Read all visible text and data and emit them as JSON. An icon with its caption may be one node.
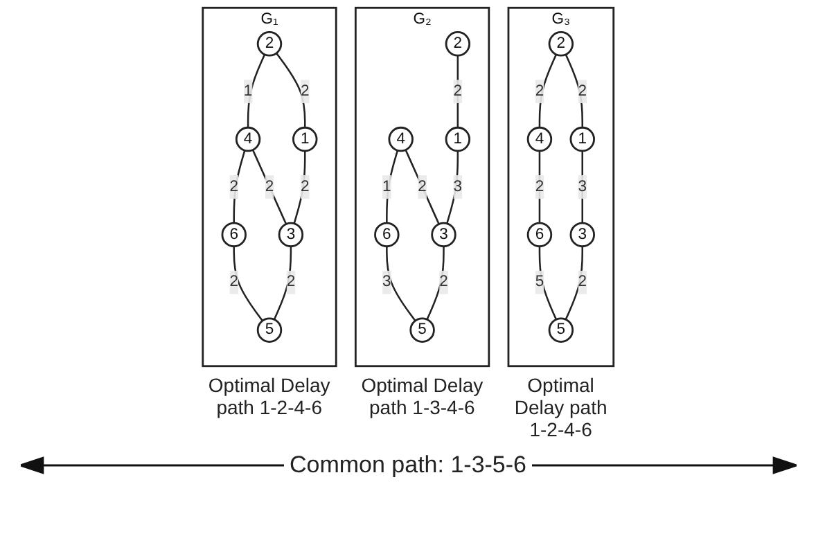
{
  "diagram": {
    "nodes": [
      {
        "text": [
          "G₁"
        ],
        "beside": [
          "Optimal Delay path 1-2-4-6"
        ]
      },
      {
        "text": [
          "2"
        ],
        "in": 0
      },
      {
        "text": [
          "4"
        ],
        "in": 0
      },
      {
        "text": [
          "6"
        ],
        "in": 0
      },
      {
        "text": [
          "1"
        ],
        "in": 0
      },
      {
        "text": [
          "3"
        ],
        "in": 0
      },
      {
        "text": [
          "5"
        ],
        "in": 0
      },
      {
        "text": [
          "G₂"
        ],
        "beside": [
          "Optimal Delay path 1-3-4-6"
        ]
      },
      {
        "text": [
          "2"
        ],
        "in": 7
      },
      {
        "text": [
          "4"
        ],
        "in": 7
      },
      {
        "text": [
          "6"
        ],
        "in": 7
      },
      {
        "text": [
          "1"
        ],
        "in": 7
      },
      {
        "text": [
          "3"
        ],
        "in": 7
      },
      {
        "text": [
          "5"
        ],
        "in": 7
      },
      {
        "text": [
          "G₃"
        ],
        "beside": [
          "Optimal Delay path 1-2-4-6"
        ]
      },
      {
        "text": [
          "2"
        ],
        "in": 14
      },
      {
        "text": [
          "4"
        ],
        "in": 14
      },
      {
        "text": [
          "6"
        ],
        "in": 14
      },
      {
        "text": [
          "1"
        ],
        "in": 14
      },
      {
        "text": [
          "3"
        ],
        "in": 14
      },
      {
        "text": [
          "5"
        ],
        "in": 14
      }
    ],
    "edges": [
      {
        "from": 1,
        "to": 2,
        "arrow": "none",
        "label": "1"
      },
      {
        "from": 2,
        "to": 3,
        "arrow": "none",
        "label": "2"
      },
      {
        "from": 1,
        "to": 4,
        "arrow": "none",
        "label": "2"
      },
      {
        "from": 2,
        "to": 5,
        "arrow": "none",
        "label": "2"
      },
      {
        "from": 3,
        "to": 6,
        "arrow": "none",
        "label": "2"
      },
      {
        "from": 4,
        "to": 5,
        "arrow": "none",
        "label": "2"
      },
      {
        "from": 5,
        "to": 6,
        "arrow": "none",
        "label": "2"
      },
      {
        "from": 8,
        "to": 11,
        "arrow": "none",
        "label": "2"
      },
      {
        "from": 9,
        "to": 10,
        "arrow": "none",
        "label": "1"
      },
      {
        "from": 9,
        "to": 12,
        "arrow": "none",
        "label": "2"
      },
      {
        "from": 10,
        "to": 13,
        "arrow": "none",
        "label": "3"
      },
      {
        "from": 11,
        "to": 12,
        "arrow": "none",
        "label": "3"
      },
      {
        "from": 12,
        "to": 13,
        "arrow": "none",
        "label": "2"
      },
      {
        "from": 15,
        "to": 16,
        "arrow": "none",
        "label": "2"
      },
      {
        "from": 16,
        "to": 17,
        "arrow": "none",
        "label": "2"
      },
      {
        "from": 15,
        "to": 18,
        "arrow": "none",
        "label": "2"
      },
      {
        "from": 17,
        "to": 20,
        "arrow": "none",
        "label": "5"
      },
      {
        "from": 18,
        "to": 19,
        "arrow": "none",
        "label": "3"
      },
      {
        "from": 19,
        "to": 20,
        "arrow": "none",
        "label": "2"
      }
    ],
    "labels": [
      "Common path: 1-3-5-6"
    ]
  }
}
